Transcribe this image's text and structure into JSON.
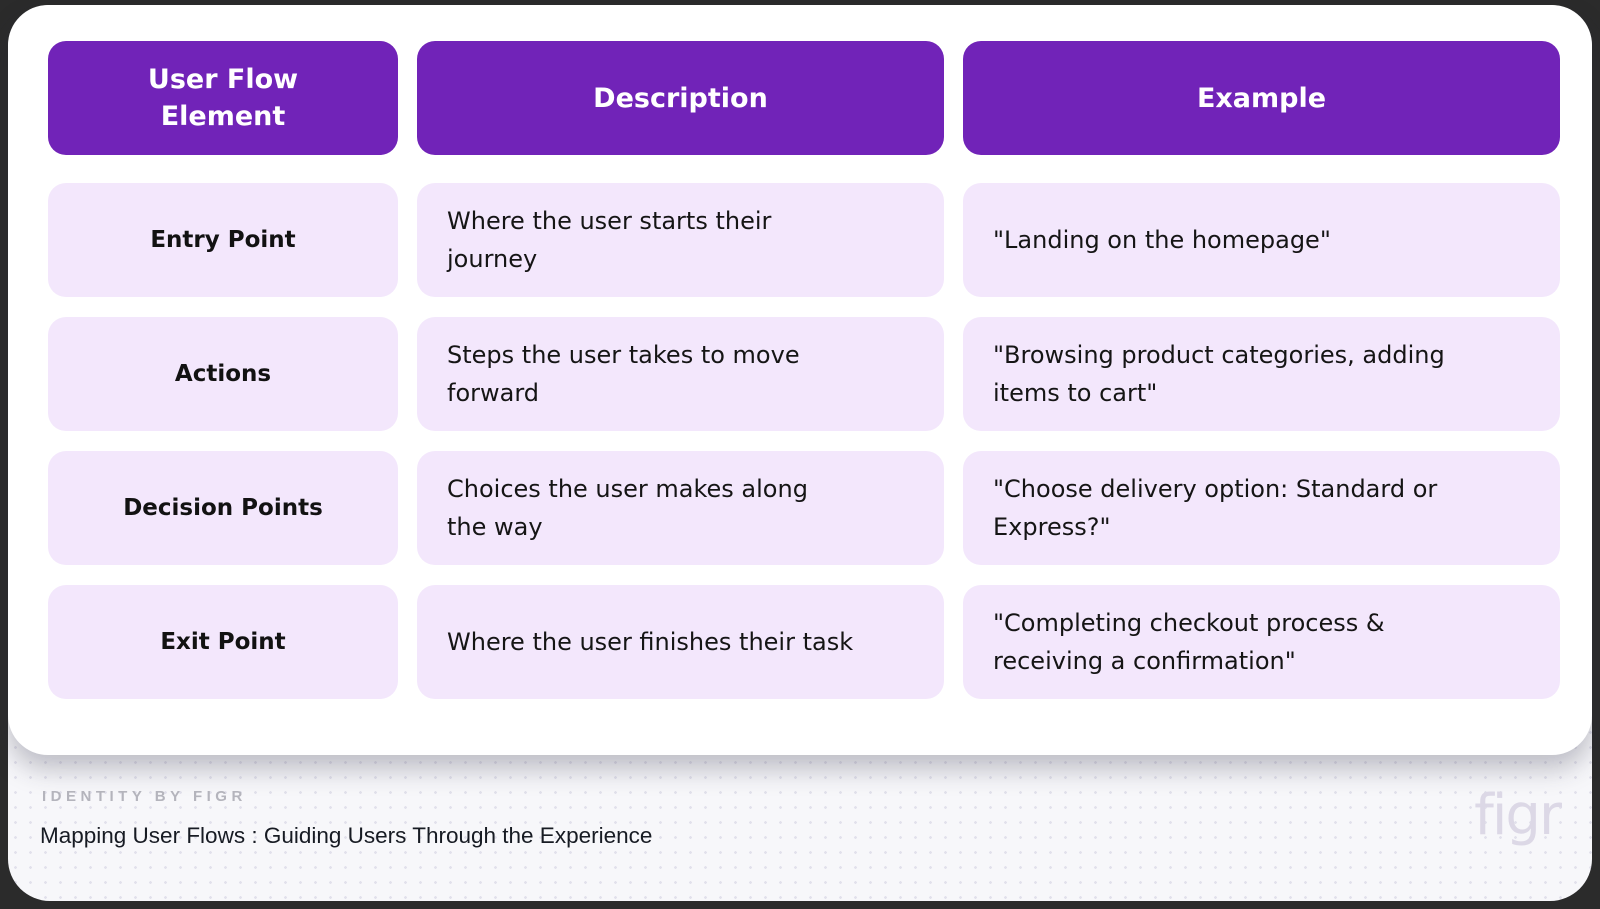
{
  "colors": {
    "background_dark": "#2b2b2b",
    "panel_background": "#f7f7fa",
    "accent_purple": "#7123b8",
    "cell_lavender": "#f3e7fc"
  },
  "table": {
    "headers": [
      {
        "label": "User Flow\nElement"
      },
      {
        "label": "Description"
      },
      {
        "label": "Example"
      }
    ],
    "rows": [
      {
        "element": "Entry Point",
        "description": "Where the user starts their\njourney",
        "example": "\"Landing on the homepage\""
      },
      {
        "element": "Actions",
        "description": "Steps the user takes to move\nforward",
        "example": "\"Browsing product categories, adding\nitems to cart\""
      },
      {
        "element": "Decision Points",
        "description": "Choices the user makes along\nthe way",
        "example": "\"Choose delivery option: Standard or\nExpress?\""
      },
      {
        "element": "Exit Point",
        "description": "Where the user finishes their task",
        "example": "\"Completing checkout process &\nreceiving a confirmation\""
      }
    ]
  },
  "footer": {
    "eyebrow": "IDENTITY BY FIGR",
    "title": "Mapping User Flows : Guiding Users Through the Experience",
    "logo_text": "figr"
  }
}
